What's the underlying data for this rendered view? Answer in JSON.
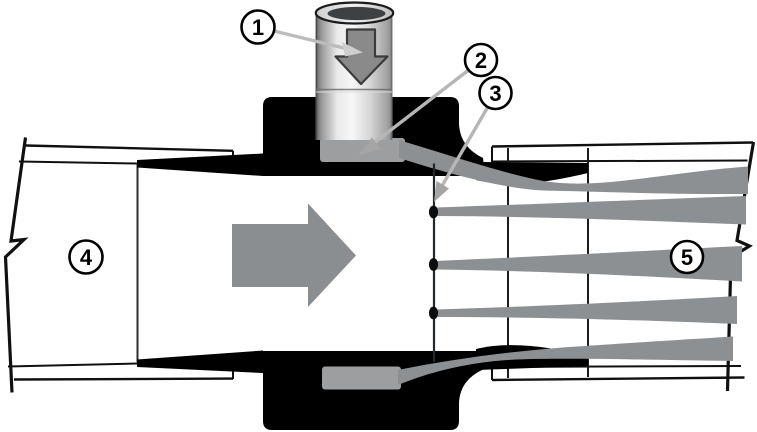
{
  "figure": {
    "kind": "cutaway technical diagram",
    "subject": "in-line venturi injector / mixing nozzle cross-section with numbered callouts",
    "background": "#ffffff",
    "palette": {
      "body_black": "#000000",
      "stream_gray": "#8d9092",
      "insert_gray": "#9c9e9f",
      "metal_light": "#f2f2f2",
      "leader_gray": "#b6b6b6",
      "arrowhead_gray": "#a5a5a5",
      "outline_black": "#101010"
    },
    "icons": {
      "inlet_flow": "down-arrow-icon",
      "main_flow": "right-arrow-icon"
    },
    "callouts": [
      {
        "number": "1"
      },
      {
        "number": "2"
      },
      {
        "number": "3"
      },
      {
        "number": "4"
      },
      {
        "number": "5"
      }
    ]
  }
}
